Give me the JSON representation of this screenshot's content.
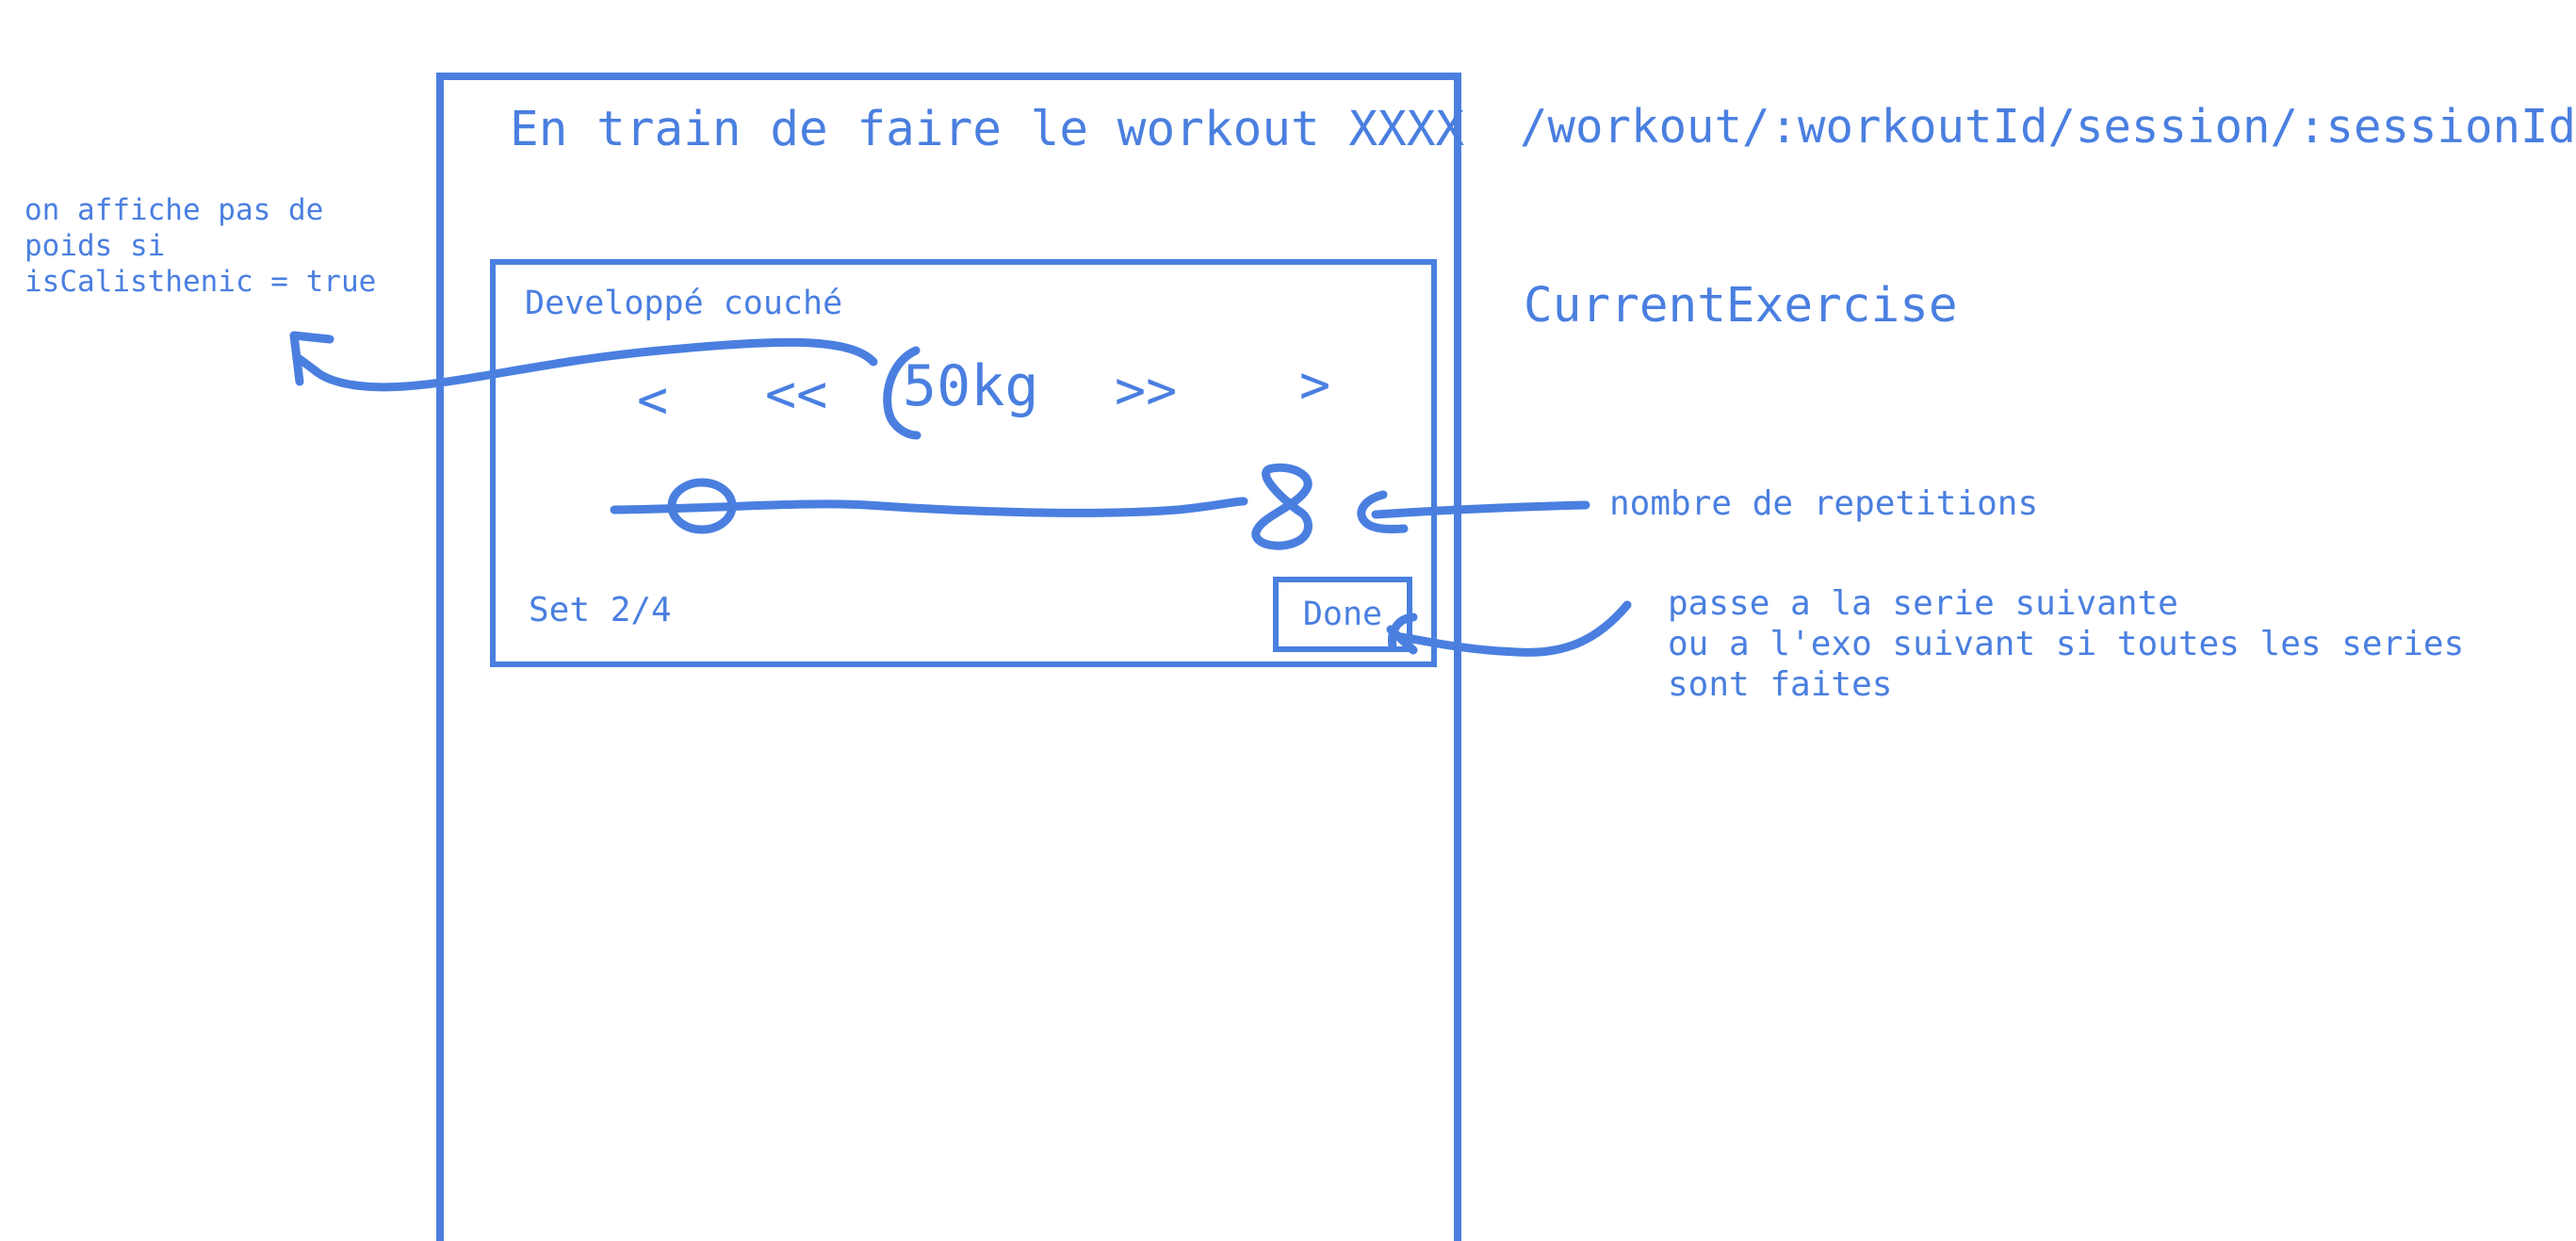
{
  "screen": {
    "title": "En train de faire le workout XXXX",
    "route": "/workout/:workoutId/session/:sessionId",
    "component_name": "CurrentExercise"
  },
  "exercise": {
    "name": "Developpé couché",
    "weight": "50kg",
    "nav": {
      "decrease_small": "<",
      "decrease_big": "<<",
      "increase_big": ">>",
      "increase_small": ">"
    },
    "reps_value": "8",
    "set_progress": "Set 2/4",
    "done_label": "Done"
  },
  "annotations": {
    "weight_note": "on affiche pas de\npoids si\nisCalisthenic = true",
    "reps_note": "nombre de repetitions",
    "done_note": "passe a la serie suivante\nou a l'exo suivant si toutes les series\nsont faites"
  },
  "colors": {
    "ink": "#4a7fe0",
    "background": "#ffffff"
  }
}
